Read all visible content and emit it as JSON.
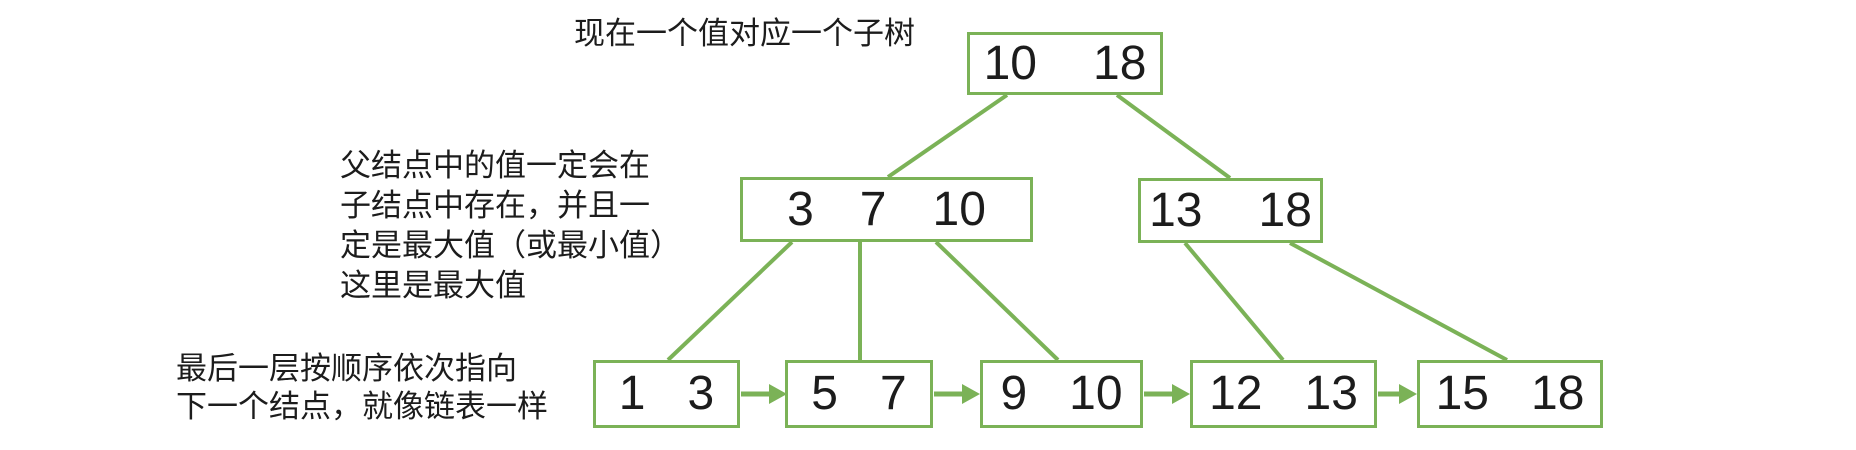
{
  "colors": {
    "green": "#7bb257",
    "ink": "#1c1c1c"
  },
  "annotations": {
    "root_note": "现在一个值对应一个子树",
    "parent_note_lines": [
      "父结点中的值一定会在",
      "子结点中存在，并且一",
      "定是最大值（或最小值）",
      "这里是最大值"
    ],
    "leaf_note_lines": [
      "最后一层按顺序依次指向",
      "下一个结点，就像链表一样"
    ]
  },
  "tree": {
    "type": "b-plus-tree",
    "root": {
      "values": [
        "10",
        "18"
      ]
    },
    "internal": [
      {
        "values": [
          "3",
          "7",
          "10"
        ]
      },
      {
        "values": [
          "13",
          "18"
        ]
      }
    ],
    "leaves": [
      {
        "values": [
          "1",
          "3"
        ]
      },
      {
        "values": [
          "5",
          "7"
        ]
      },
      {
        "values": [
          "9",
          "10"
        ]
      },
      {
        "values": [
          "12",
          "13"
        ]
      },
      {
        "values": [
          "15",
          "18"
        ]
      }
    ]
  }
}
